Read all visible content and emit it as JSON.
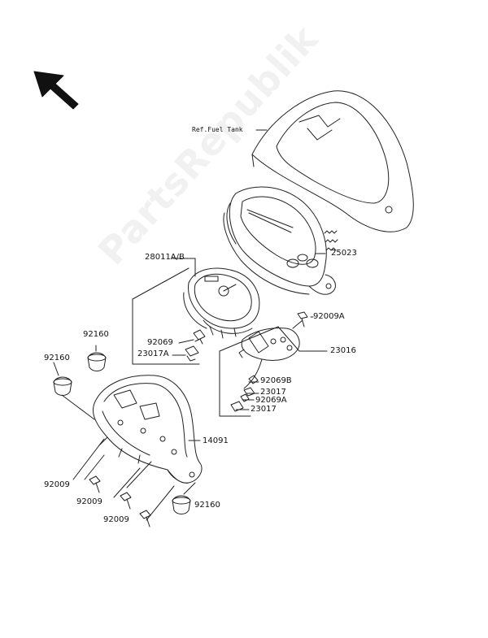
{
  "diagram": {
    "labels": {
      "ref_fuel_tank": "Ref.Fuel Tank",
      "p25023": "25023",
      "p28011": "28011A/B",
      "p92009A": "92009A",
      "p92160_top": "92160",
      "p92160_left": "92160",
      "p92069": "92069",
      "p23017A": "23017A",
      "p23016": "23016",
      "p92069B": "92069B",
      "p23017_a": "23017",
      "p92069A": "92069A",
      "p23017_b": "23017",
      "p14091": "14091",
      "p92009_a": "92009",
      "p92009_b": "92009",
      "p92009_c": "92009",
      "p92160_bottom": "92160"
    },
    "watermark": "PartsRepublik"
  }
}
